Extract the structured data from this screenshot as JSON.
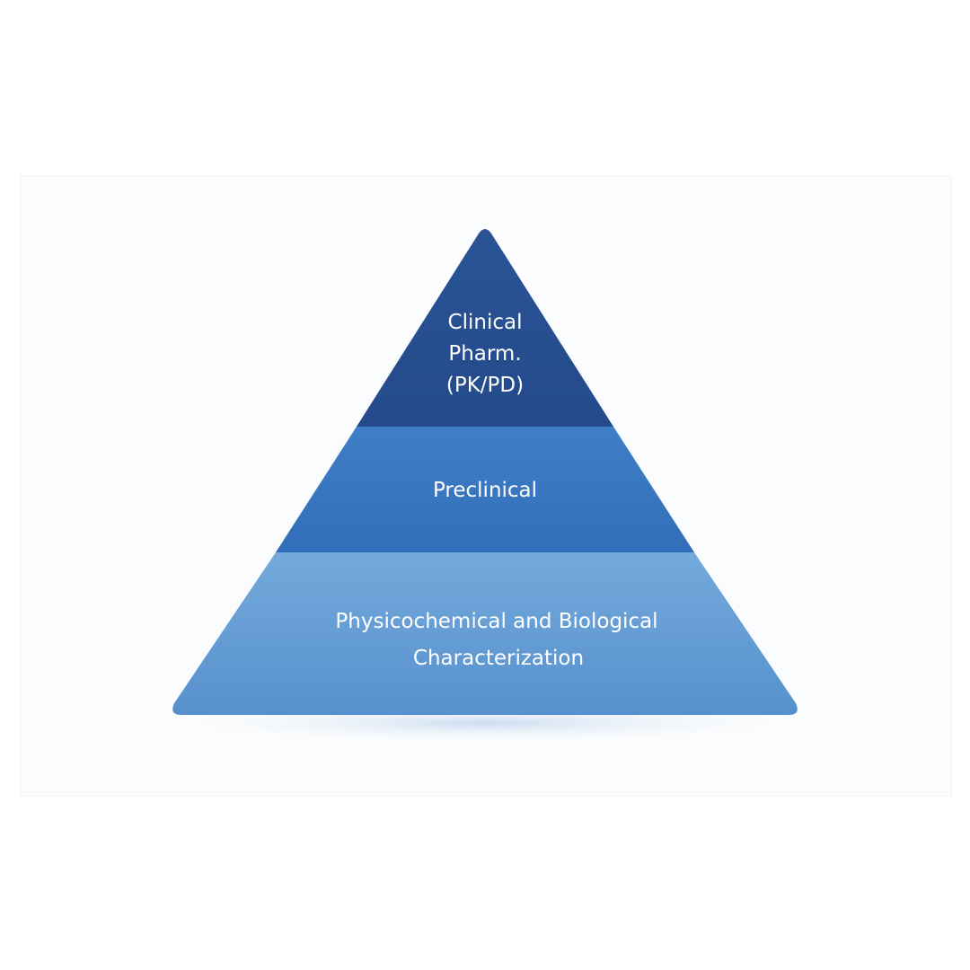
{
  "pyramid": {
    "tiers": [
      {
        "lines": [
          "Clinical",
          "Pharm.",
          "(PK/PD)"
        ],
        "color": "#264c8e"
      },
      {
        "lines": [
          "Preclinical"
        ],
        "color": "#3874be"
      },
      {
        "lines": [
          "Physicochemical and Biological",
          "Characterization"
        ],
        "color": "#629bd3"
      }
    ]
  }
}
